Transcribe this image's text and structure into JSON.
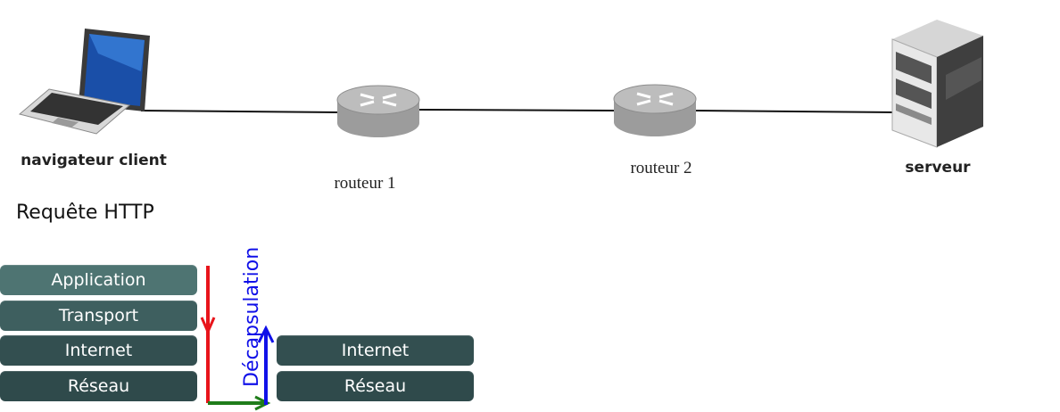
{
  "nodes": {
    "client": {
      "label": "navigateur client"
    },
    "router1": {
      "label": "routeur 1"
    },
    "router2": {
      "label": "routeur 2"
    },
    "server": {
      "label": "serveur"
    }
  },
  "title": "Requête HTTP",
  "client_stack": [
    "Application",
    "Transport",
    "Internet",
    "Réseau"
  ],
  "router_stack": [
    "Internet",
    "Réseau"
  ],
  "decap_label": "Décapsulation",
  "colors": {
    "layer_top": "#4e7472",
    "layer_bottom": "#2f4a4b",
    "down_arrow": "#e8141b",
    "right_arrow": "#1f7d1a",
    "up_arrow": "#1010e8",
    "decap_text": "#1010e8"
  }
}
